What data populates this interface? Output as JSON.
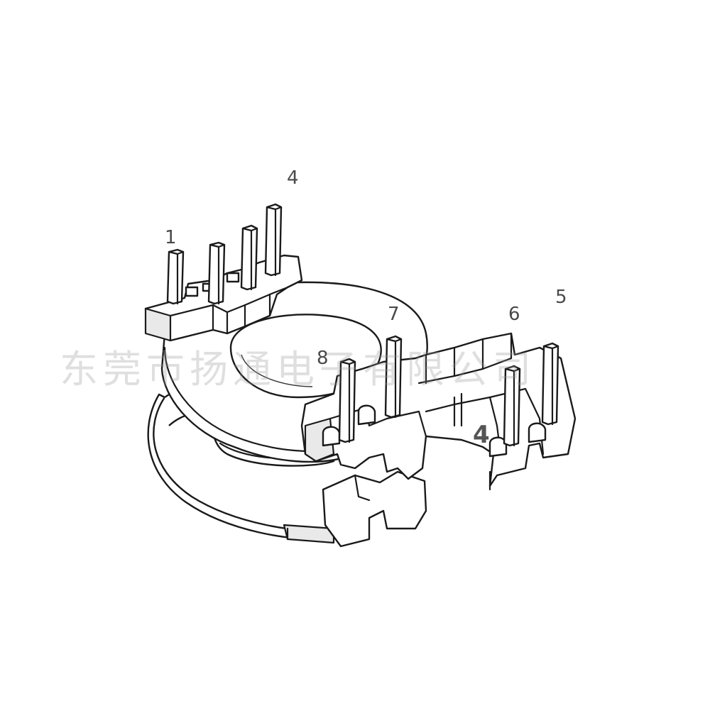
{
  "labels": {
    "pin_1": "1",
    "pin_4_top": "4",
    "pin_7": "7",
    "pin_8": "8",
    "pin_6": "6",
    "pin_5": "5",
    "pin_4_bottom": "4"
  },
  "watermark": "东莞市扬通电子有限公司",
  "colors": {
    "line": "#1a1a1a",
    "label": "#4a4a4a",
    "background": "#ffffff"
  }
}
